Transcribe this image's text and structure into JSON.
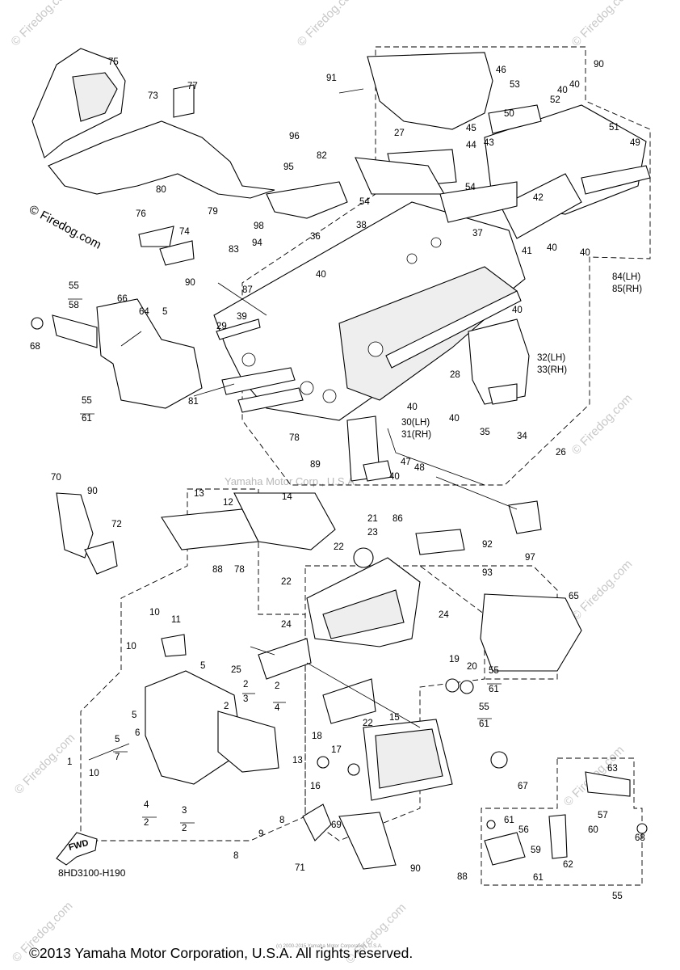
{
  "watermarks": {
    "site": "© Firedog.com",
    "site_short": "© Firedog.com",
    "center": "Yamaha Motor Corp., U.S.A.",
    "small_copyright": "(c) 2000-2015 Yamaha Motor Corporation, U.S.A."
  },
  "diagram_code": "8HD3100-H190",
  "fwd_label": "FWD",
  "copyright": "©2013 Yamaha Motor Corporation, U.S.A. All rights reserved.",
  "callouts": [
    "1",
    "2",
    "3",
    "4",
    "5",
    "6",
    "7",
    "8",
    "9",
    "10",
    "11",
    "12",
    "13",
    "14",
    "15",
    "16",
    "17",
    "18",
    "19",
    "20",
    "21",
    "22",
    "23",
    "24",
    "25",
    "26",
    "27",
    "28",
    "29",
    "30(LH)",
    "31(RH)",
    "32(LH)",
    "33(RH)",
    "34",
    "35",
    "36",
    "37",
    "38",
    "39",
    "40",
    "41",
    "42",
    "43",
    "44",
    "45",
    "46",
    "47",
    "48",
    "49",
    "50",
    "51",
    "52",
    "53",
    "54",
    "55",
    "56",
    "57",
    "58",
    "59",
    "60",
    "61",
    "62",
    "63",
    "64",
    "65",
    "66",
    "67",
    "68",
    "69",
    "70",
    "71",
    "72",
    "73",
    "74",
    "75",
    "76",
    "77",
    "78",
    "79",
    "80",
    "81",
    "82",
    "83",
    "84(LH)",
    "85(RH)",
    "86",
    "87",
    "88",
    "89",
    "90",
    "91",
    "92",
    "93",
    "94",
    "95",
    "96",
    "97",
    "98"
  ]
}
